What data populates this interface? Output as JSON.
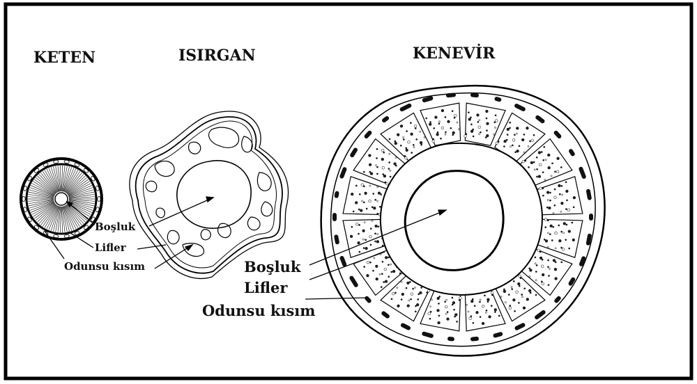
{
  "panels": {
    "keten": {
      "title": "KETEN",
      "labels": {
        "cavity": "Boşluk",
        "fibers": "Lifler",
        "woody": "Odunsu kısım"
      }
    },
    "isirgan": {
      "title": "ISIRGAN"
    },
    "kenevir": {
      "title": "KENEVİR",
      "labels": {
        "cavity": "Boşluk",
        "fibers": "Lifler",
        "woody": "Odunsu kısım"
      }
    }
  },
  "colors": {
    "ink": "#111111",
    "paper": "#ffffff",
    "frame": "#000000"
  }
}
